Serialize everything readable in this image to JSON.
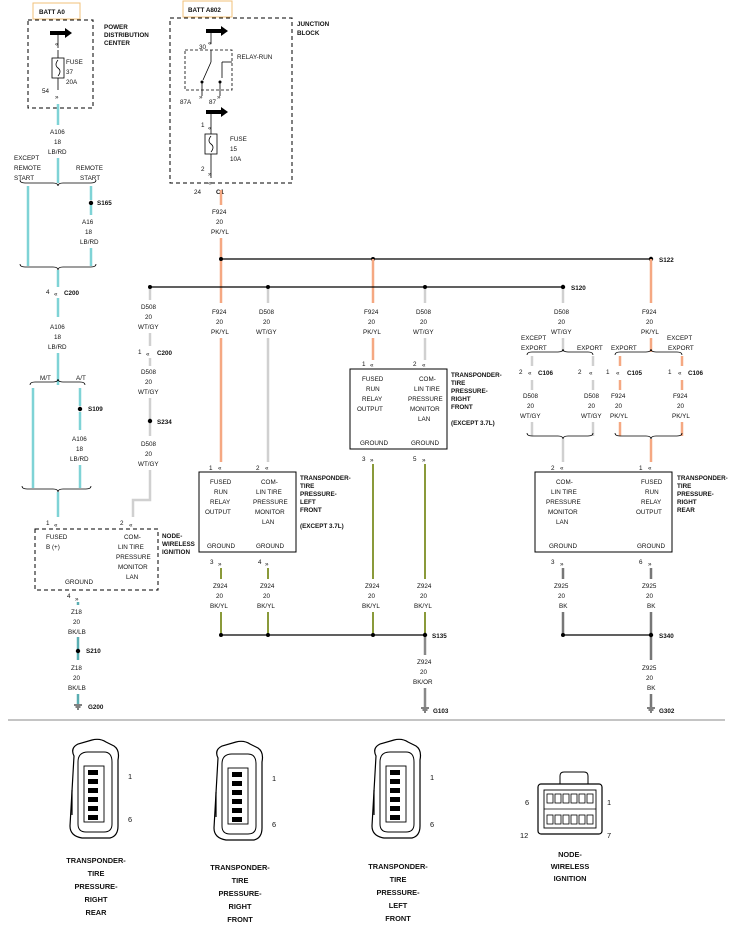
{
  "batt_a0": "BATT A0",
  "batt_a802": "BATT A802",
  "pdc": [
    "POWER",
    "DISTRIBUTION",
    "CENTER"
  ],
  "jb": [
    "JUNCTION",
    "BLOCK"
  ],
  "fuse37": [
    "FUSE",
    "37",
    "20A"
  ],
  "fuse15": [
    "FUSE",
    "15",
    "10A"
  ],
  "relay_run": "RELAY-RUN",
  "relay_pins": {
    "p30": "30",
    "p87a": "87A",
    "p87": "87"
  },
  "pins": {
    "p54": "54",
    "p1": "1",
    "p2": "2",
    "p24": "24",
    "p3": "3",
    "p4": "4",
    "p5": "5",
    "p6": "6"
  },
  "c1": "C1",
  "c200": "C200",
  "c105": "C105",
  "c106": "C106",
  "s165": "S165",
  "s109": "S109",
  "s234": "S234",
  "s122": "S122",
  "s120": "S120",
  "s210": "S210",
  "s135": "S135",
  "s340": "S340",
  "g200": "G200",
  "g103": "G103",
  "g302": "G302",
  "except_remote_start": [
    "EXCEPT",
    "REMOTE",
    "START"
  ],
  "remote_start": [
    "REMOTE",
    "START"
  ],
  "mt": "M/T",
  "at": "A/T",
  "except_export": [
    "EXCEPT",
    "EXPORT"
  ],
  "export": "EXPORT",
  "wires": {
    "a106": [
      "A106",
      "18",
      "LB/RD"
    ],
    "a16": [
      "A16",
      "18",
      "LB/RD"
    ],
    "f924": [
      "F924",
      "20",
      "PK/YL"
    ],
    "d508": [
      "D508",
      "20",
      "WT/GY"
    ],
    "z924": [
      "Z924",
      "20",
      "BK/YL"
    ],
    "z924_bkor": [
      "Z924",
      "20",
      "BK/OR"
    ],
    "z925": [
      "Z925",
      "20",
      "BK"
    ],
    "z18": [
      "Z18",
      "20",
      "BK/LB"
    ]
  },
  "pin_labels": {
    "fused_run": [
      "FUSED",
      "RUN",
      "RELAY",
      "OUTPUT"
    ],
    "comlin": [
      "COM-",
      "LIN TIRE",
      "PRESSURE",
      "MONITOR",
      "LAN"
    ],
    "fused_b": [
      "FUSED",
      "B (+)"
    ],
    "comlin_node": [
      "COM-",
      "LIN TIRE",
      "PRESSURE",
      "MONITOR",
      "LAN"
    ],
    "ground": "GROUND"
  },
  "modules": {
    "tp_lf": [
      "TRANSPONDER-",
      "TIRE",
      "PRESSURE-",
      "LEFT",
      "FRONT",
      "(EXCEPT 3.7L)"
    ],
    "tp_rf": [
      "TRANSPONDER-",
      "TIRE",
      "PRESSURE-",
      "RIGHT",
      "FRONT",
      "(EXCEPT 3.7L)"
    ],
    "tp_rr": [
      "TRANSPONDER-",
      "TIRE",
      "PRESSURE-",
      "RIGHT",
      "REAR"
    ],
    "node": [
      "NODE-",
      "WIRELESS",
      "IGNITION"
    ]
  },
  "connector_views": [
    {
      "title": [
        "TRANSPONDER-",
        "TIRE",
        "PRESSURE-",
        "RIGHT",
        "REAR"
      ],
      "pin_top": "1",
      "pin_bottom": "6"
    },
    {
      "title": [
        "TRANSPONDER-",
        "TIRE",
        "PRESSURE-",
        "RIGHT",
        "FRONT"
      ],
      "pin_top": "1",
      "pin_bottom": "6"
    },
    {
      "title": [
        "TRANSPONDER-",
        "TIRE",
        "PRESSURE-",
        "LEFT",
        "FRONT"
      ],
      "pin_top": "1",
      "pin_bottom": "6"
    },
    {
      "title": [
        "NODE-",
        "WIRELESS",
        "IGNITION"
      ],
      "pins": [
        "6",
        "1",
        "12",
        "7"
      ]
    }
  ],
  "colors": {
    "lb_rd": "#7fd3d6",
    "pk_yl": "#f5a882",
    "wt_gy": "#d0d0d0",
    "bk_yl": "#8a9a3a",
    "bk_or": "#888888",
    "bk": "#777777",
    "bk_lb": "#5aaeb2",
    "batt_box_border": "#f2c07a"
  }
}
